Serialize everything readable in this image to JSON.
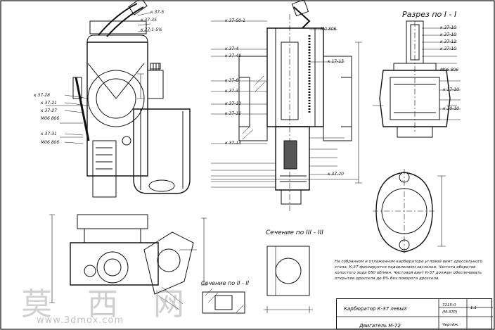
{
  "drawing": {
    "section_1_title": "Разрез по I - I",
    "section_2_title": "Сечение по III - III",
    "section_3_title": "Сечение по II - II",
    "note": "На собранном и отлаженном карбюраторе угловой винт дроссельного стопа. К-37 фиксируется подавлением заслонки. Частота оборотов холостого хода 650 об/мин. Чистовой винт К-37 должен обеспечивать открытие дросселя до 6% без поворота дросселя.",
    "title_block": {
      "name": "Карбюратор К-37 левый",
      "engine": "Двигатель М-72",
      "code_1": "7215-0",
      "code_2": "(М-37Р)",
      "scale": "1:1",
      "sheet": "Чертёж"
    },
    "watermark_cn": "莫 西 网",
    "watermark_url": "www.3dmox.com"
  },
  "labels_left": [
    "к 37-28",
    "к 37-21",
    "к 37-27",
    "М06 806",
    "к 37-31",
    "М06 806",
    "к 37-5",
    "к 37-35",
    "к 37-1-5%"
  ],
  "labels_mid": [
    "к 37-50-1",
    "к 37-4",
    "к 37-48",
    "к 37-8",
    "к 37-3",
    "к 37-10",
    "к 37-11",
    "к 37-13",
    "М0 806",
    "к 17-13",
    "к 37-20"
  ],
  "labels_right": [
    "к 37-10",
    "к 37-10",
    "к 37-12",
    "к 37-10",
    "М06 806",
    "к 37-10",
    "к 30-10"
  ]
}
